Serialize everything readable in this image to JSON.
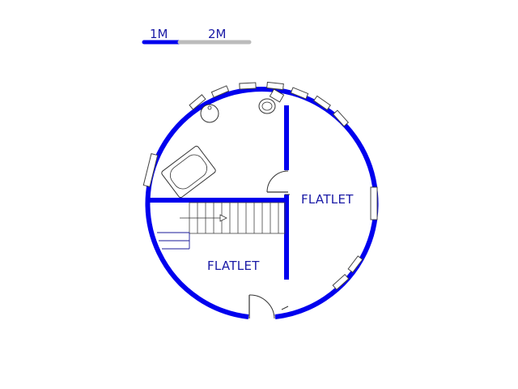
{
  "scale_bar": {
    "label_1": "1M",
    "label_2": "2M",
    "filled_color": "#0000ee",
    "empty_color": "#bbbbbb"
  },
  "rooms": [
    {
      "label": "FLATLET"
    },
    {
      "label": "FLATLET"
    }
  ],
  "colors": {
    "wall": "#0000ee",
    "fixture": "#333333",
    "stair_line": "#1a1a99"
  },
  "icons": {
    "bathtub": "bathtub-icon",
    "toilet": "toilet-icon",
    "basin": "basin-icon",
    "door": "door-swing-icon",
    "window": "window-icon",
    "stairs": "stairs-icon"
  }
}
